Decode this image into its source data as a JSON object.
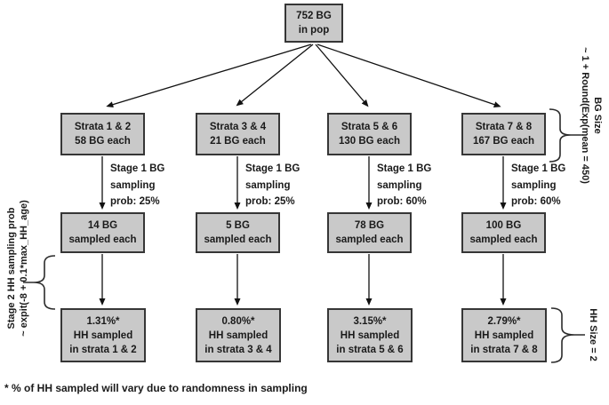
{
  "top_box": {
    "line1": "752 BG",
    "line2": "in pop"
  },
  "columns": [
    {
      "strata": {
        "line1": "Strata 1 & 2",
        "line2": "58 BG each"
      },
      "stage1_label": {
        "line1": "Stage 1 BG",
        "line2": "sampling",
        "line3": "prob: 25%"
      },
      "sampled": {
        "line1": "14 BG",
        "line2": "sampled each"
      },
      "hh": {
        "line1": "1.31%*",
        "line2": "HH sampled",
        "line3": "in strata 1 & 2"
      }
    },
    {
      "strata": {
        "line1": "Strata 3 & 4",
        "line2": "21 BG each"
      },
      "stage1_label": {
        "line1": "Stage 1 BG",
        "line2": "sampling",
        "line3": "prob: 25%"
      },
      "sampled": {
        "line1": "5 BG",
        "line2": "sampled each"
      },
      "hh": {
        "line1": "0.80%*",
        "line2": "HH sampled",
        "line3": "in strata 3 & 4"
      }
    },
    {
      "strata": {
        "line1": "Strata 5 & 6",
        "line2": "130 BG each"
      },
      "stage1_label": {
        "line1": "Stage 1 BG",
        "line2": "sampling",
        "line3": "prob: 60%"
      },
      "sampled": {
        "line1": "78 BG",
        "line2": "sampled each"
      },
      "hh": {
        "line1": "3.15%*",
        "line2": "HH sampled",
        "line3": "in strata 5 & 6"
      }
    },
    {
      "strata": {
        "line1": "Strata 7 & 8",
        "line2": "167 BG each"
      },
      "stage1_label": {
        "line1": "Stage 1 BG",
        "line2": "sampling",
        "line3": "prob: 60%"
      },
      "sampled": {
        "line1": "100 BG",
        "line2": "sampled each"
      },
      "hh": {
        "line1": "2.79%*",
        "line2": "HH sampled",
        "line3": "in strata 7 & 8"
      }
    }
  ],
  "annotations": {
    "bg_size": {
      "line1": "BG Size",
      "line2": "~ 1 + Round(Exp(mean = 450)"
    },
    "stage2": {
      "line1": "Stage 2 HH sampling  prob",
      "line2": "~ expit(-8 + 0.1*max_HH_age)"
    },
    "hh_size": "HH Size = 2",
    "footnote": "* % of HH sampled will vary due to randomness in sampling"
  },
  "colors": {
    "box_fill": "#c9c9c9",
    "box_border": "#363636",
    "arrow": "#111111",
    "text": "#1a1a1a"
  }
}
